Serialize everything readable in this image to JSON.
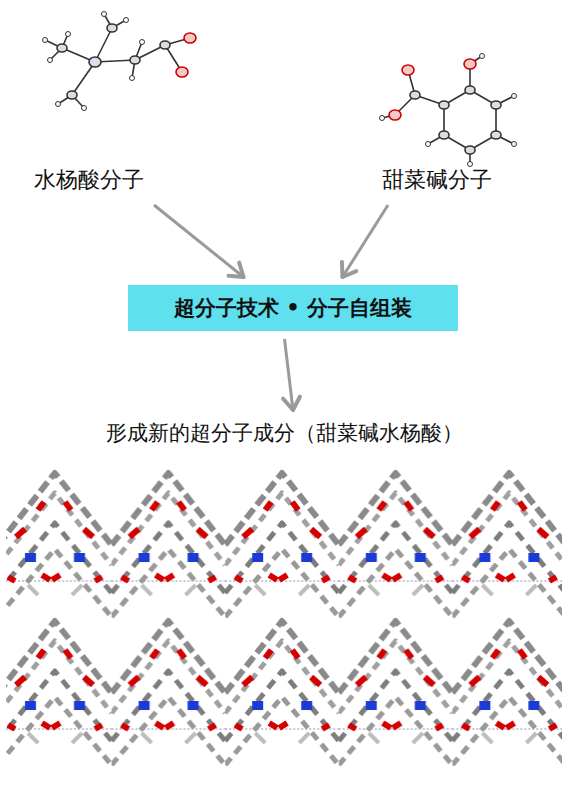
{
  "diagram": {
    "nodes": [
      {
        "text": [
          "水杨酸分子"
        ]
      },
      {
        "text": [
          "甜菜碱分子"
        ]
      },
      {
        "text": [
          "超分子技术 • 分子自组装"
        ]
      },
      {
        "text": [
          "形成新的超分子成分（甜菜碱水杨酸）"
        ]
      }
    ],
    "edges": [
      {
        "from": 0,
        "to": 2,
        "arrow": "to"
      },
      {
        "from": 1,
        "to": 2,
        "arrow": "to"
      },
      {
        "from": 2,
        "to": 3,
        "arrow": "to"
      }
    ]
  }
}
